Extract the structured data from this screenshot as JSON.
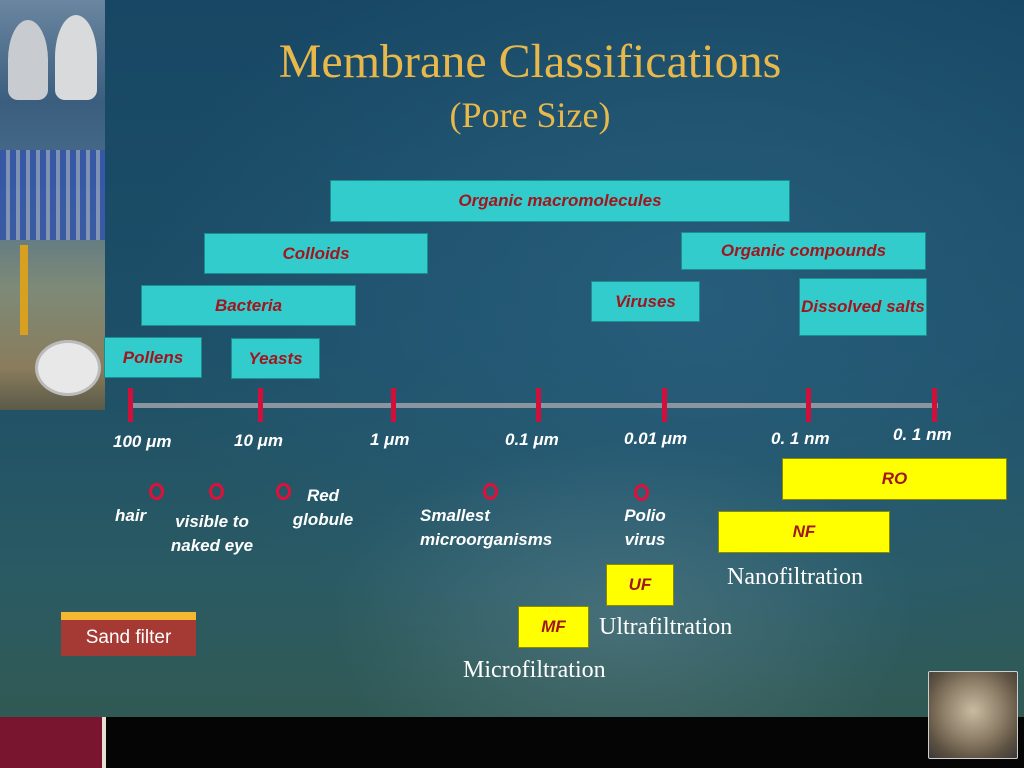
{
  "title": "Membrane Classifications",
  "subtitle": "(Pore Size)",
  "boxes": {
    "organic_macromolecules": "Organic macromolecules",
    "colloids": "Colloids",
    "organic_compounds": "Organic compounds",
    "bacteria": "Bacteria",
    "viruses": "Viruses",
    "dissolved_salts": "Dissolved salts",
    "pollens": "Pollens",
    "yeasts": "Yeasts"
  },
  "scale": {
    "s100um": "100 μm",
    "s10um": "10 μm",
    "s1um": "1 μm",
    "s01um": "0.1 μm",
    "s001um": "0.01 μm",
    "s01nm_a": "0. 1 nm",
    "s01nm_b": "0. 1 nm"
  },
  "markers": {
    "hair": "hair",
    "visible": "visible to naked eye",
    "red_globule": "Red globule",
    "smallest": "Smallest microorganisms",
    "polio": "Polio virus"
  },
  "processes": {
    "ro": "RO",
    "nf": "NF",
    "uf": "UF",
    "mf": "MF",
    "nanofiltration": "Nanofiltration",
    "ultrafiltration": "Ultrafiltration",
    "microfiltration": "Microfiltration"
  },
  "sand_filter": "Sand filter",
  "colors": {
    "title": "#e8b84a",
    "box_fill": "#33cccc",
    "box_text": "#a0161e",
    "process_fill": "#ffff00",
    "tick": "#d0103a",
    "sand_filter": "#a53a34"
  }
}
